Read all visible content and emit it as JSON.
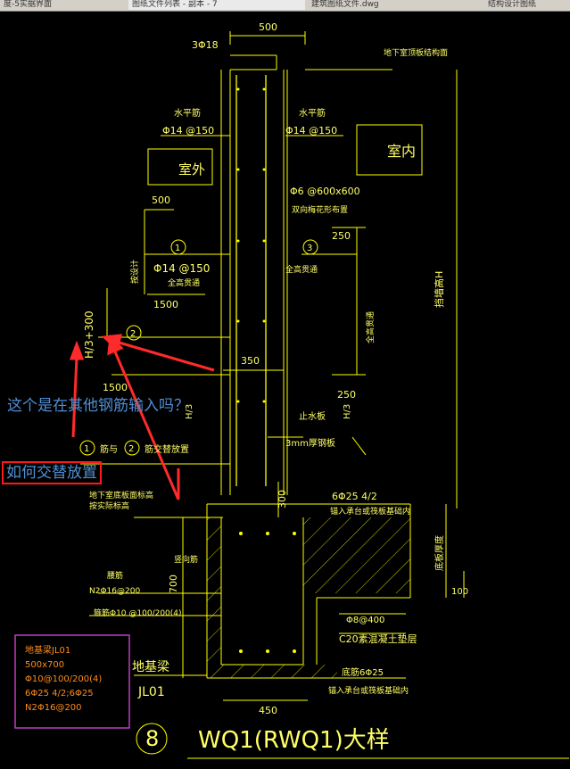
{
  "tabs": [
    "度-5实据界面",
    "图纸文件列表 - 副本 - 7",
    "建筑图纸文件.dwg",
    "结构设计图纸"
  ],
  "colors": {
    "line": "#ffff00",
    "text": "#ffff66",
    "hatch": "#ffff00",
    "arrow": "#ff2a2a",
    "annotation": "#4f8fd4",
    "legend_box": "#c13cc1",
    "legend_text": "#ff8c1a"
  },
  "drawing": {
    "dim_500_top": "500",
    "bar_3d18": "3Φ18",
    "ground_top": "地下室顶板结构面",
    "h_bar_left": "水平筋",
    "h_bar_left_spec": "Φ14 @150",
    "h_bar_right": "水平筋",
    "h_bar_right_spec": "Φ14 @150",
    "outdoor": "室外",
    "indoor": "室内",
    "tie_spec": "Φ6 @600x600",
    "tie_note": "双向梅花形布置",
    "dim_500_left": "500",
    "dim_250_a": "250",
    "bar1_num": "1",
    "bar1_spec": "Φ14 @150",
    "bar1_note": "全高贯通",
    "bar3_num": "3",
    "bar3_note": "全高贯通",
    "full_through_right": "全高贯通",
    "anchor_left": "按设计",
    "dim_1500_a": "1500",
    "dim_h3": "H/3+300",
    "bar2_num": "2",
    "wall_height": "挡墙高H",
    "dim_350": "350",
    "dim_1500_b": "1500",
    "dim_250_b": "250",
    "dim_h3_small": "H/3",
    "waterstop": "止水板",
    "waterstop_spec": "3mm厚钢板",
    "alt_c1": "1",
    "alt_t1": "筋与",
    "alt_c2": "2",
    "alt_t2": "筋交替放置",
    "dim_300": "300",
    "base_note_1": "地下室底板面标高",
    "base_note_2": "按实际标高",
    "bottom_bar_top": "6Φ25 4/2",
    "anchor_note_top": "锚入承台或筏板基础内",
    "waist_label": "腰筋",
    "waist_spec": "N2Φ16@200",
    "stirrup_spec": "箍筋Φ10 @100/200(4)",
    "dim_700": "700",
    "dim_100": "100",
    "raft_thk": "底板厚度",
    "grade_beam": "地基梁",
    "grade_beam_code": "JL01",
    "bed_spec": "Φ8@400",
    "c20": "C20素混凝土垫层",
    "bottom_bar_bot": "底筋6Φ25",
    "anchor_note_bot": "锚入承台或筏板基础内",
    "dim_450": "450",
    "detail_num": "8",
    "detail_title": "WQ1(RWQ1)大样",
    "step_label": "竖向筋"
  },
  "legend": {
    "title": "地基梁JL01",
    "size": "500x700",
    "stirrup": "Φ10@100/200(4)",
    "main": "6Φ25 4/2;6Φ25",
    "waist": "N2Φ16@200"
  },
  "annotations": {
    "question": "这个是在其他钢筋输入吗？",
    "alternate": "如何交替放置"
  }
}
